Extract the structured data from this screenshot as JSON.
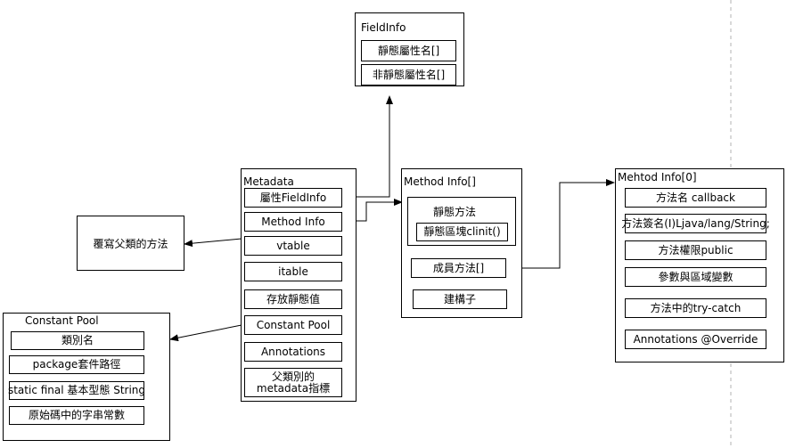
{
  "field_info": {
    "title": "FieldInfo",
    "items": [
      "靜態屬性名[]",
      "非靜態屬性名[]"
    ]
  },
  "metadata": {
    "title": "Metadata",
    "items": [
      "屬性FieldInfo",
      "Method Info",
      "vtable",
      "itable",
      "存放靜態值",
      "Constant Pool",
      "Annotations",
      "父類別的metadata指標"
    ]
  },
  "override": {
    "label": "覆寫父類的方法"
  },
  "constant_pool": {
    "title": "Constant Pool",
    "items": [
      "類別名",
      "package套件路徑",
      "static final 基本型態 String",
      "原始碼中的字串常數"
    ]
  },
  "method_info_array": {
    "title": "Method Info[]",
    "static_group_title": "靜態方法",
    "static_block": "靜態區塊clinit()",
    "members": "成員方法[]",
    "constructor": "建構子"
  },
  "method_info_detail": {
    "title": "Mehtod Info[0]",
    "items": [
      "方法名 callback",
      "方法簽名(I)Ljava/lang/String;",
      "方法權限public",
      "參數與區域變數",
      "方法中的try-catch",
      "Annotations @Override"
    ]
  },
  "colors": {
    "line": "#000000",
    "dashed_divider": "#b3b3b3"
  }
}
